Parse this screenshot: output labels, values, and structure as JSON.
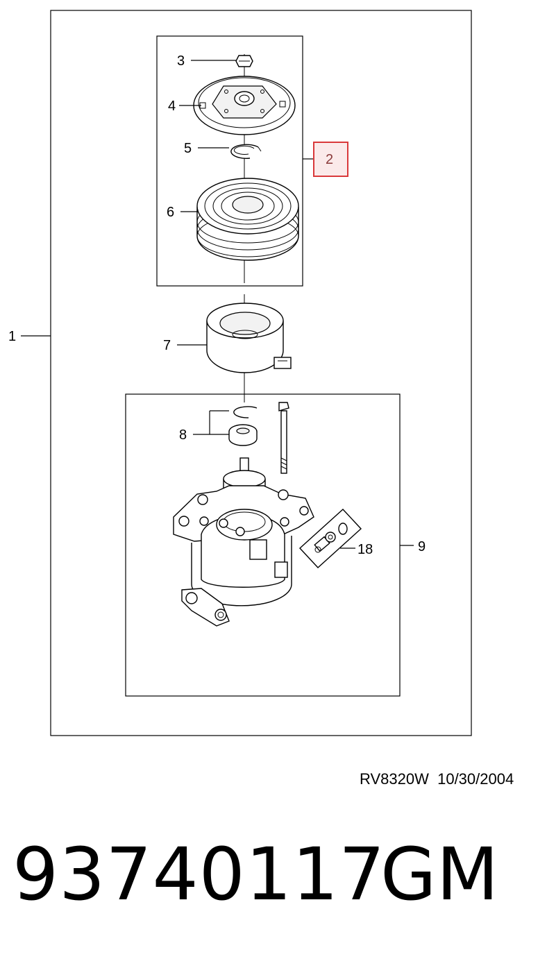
{
  "callouts": {
    "c1": "1",
    "c2": "2",
    "c3": "3",
    "c4": "4",
    "c5": "5",
    "c6": "6",
    "c7": "7",
    "c8": "8",
    "c9": "9",
    "c18": "18"
  },
  "highlight_color": "#d9383a",
  "doc": {
    "code": "RV8320W  10/30/2004"
  },
  "footer": {
    "part_number": "93740117",
    "brand": "GM"
  }
}
